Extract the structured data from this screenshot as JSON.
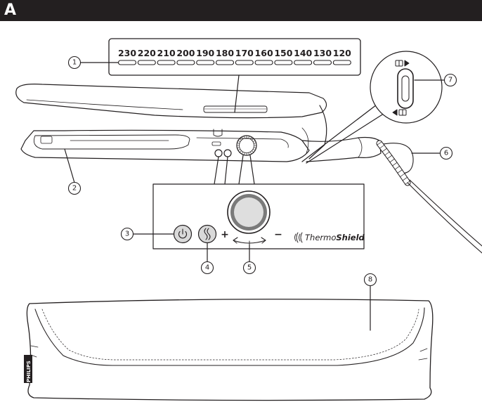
{
  "header": {
    "letter": "A"
  },
  "temperature_scale": [
    "230",
    "220",
    "210",
    "200",
    "190",
    "180",
    "170",
    "160",
    "150",
    "140",
    "130",
    "120"
  ],
  "callouts": [
    "1",
    "2",
    "3",
    "4",
    "5",
    "6",
    "7",
    "8"
  ],
  "control_panel": {
    "plus_sign": "+",
    "minus_sign": "−",
    "thermoshield_prefix": "Thermo",
    "thermoshield_suffix": "Shield"
  },
  "pouch": {
    "brand": "PHILIPS"
  },
  "icons": [
    "power-icon",
    "steam-icon",
    "lock-icon",
    "unlock-icon",
    "thermoshield-icon"
  ]
}
